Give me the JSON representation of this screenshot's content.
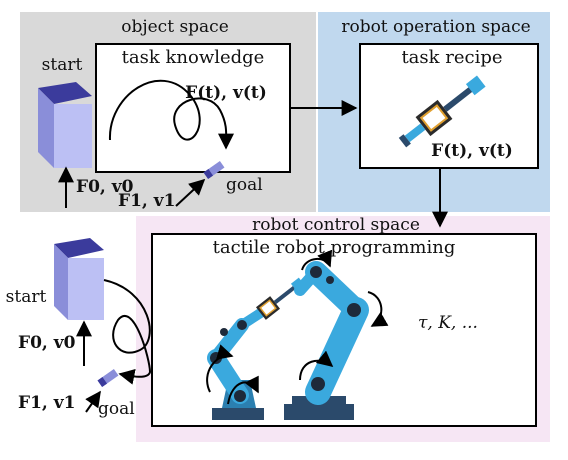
{
  "panels": {
    "object_space": {
      "title": "object space",
      "box_title": "task knowledge",
      "box_formula": "F(t),  v(t)",
      "color": "#d9d9d9"
    },
    "robot_operation_space": {
      "title": "robot operation space",
      "box_title": "task recipe",
      "box_formula": "F(t),  v(t)",
      "color": "#c0d8ee"
    },
    "robot_control_space": {
      "title": "robot control space",
      "box_title": "tactile robot programming",
      "params": "τ, K, ...",
      "color": "#f6e6f4"
    }
  },
  "object_space_labels": {
    "start": "start",
    "goal": "goal",
    "force_velocity_0": "F0, v0",
    "force_velocity_1": "F1, v1"
  },
  "control_space_labels": {
    "start": "start",
    "goal": "goal",
    "force_velocity_0": "F0, v0",
    "force_velocity_1": "F1, v1"
  },
  "colors": {
    "robot_blue": "#3aa9de",
    "robot_dark": "#2b4a6b",
    "cube_top": "#3b3b9c",
    "cube_front": "#bcc0f4"
  }
}
